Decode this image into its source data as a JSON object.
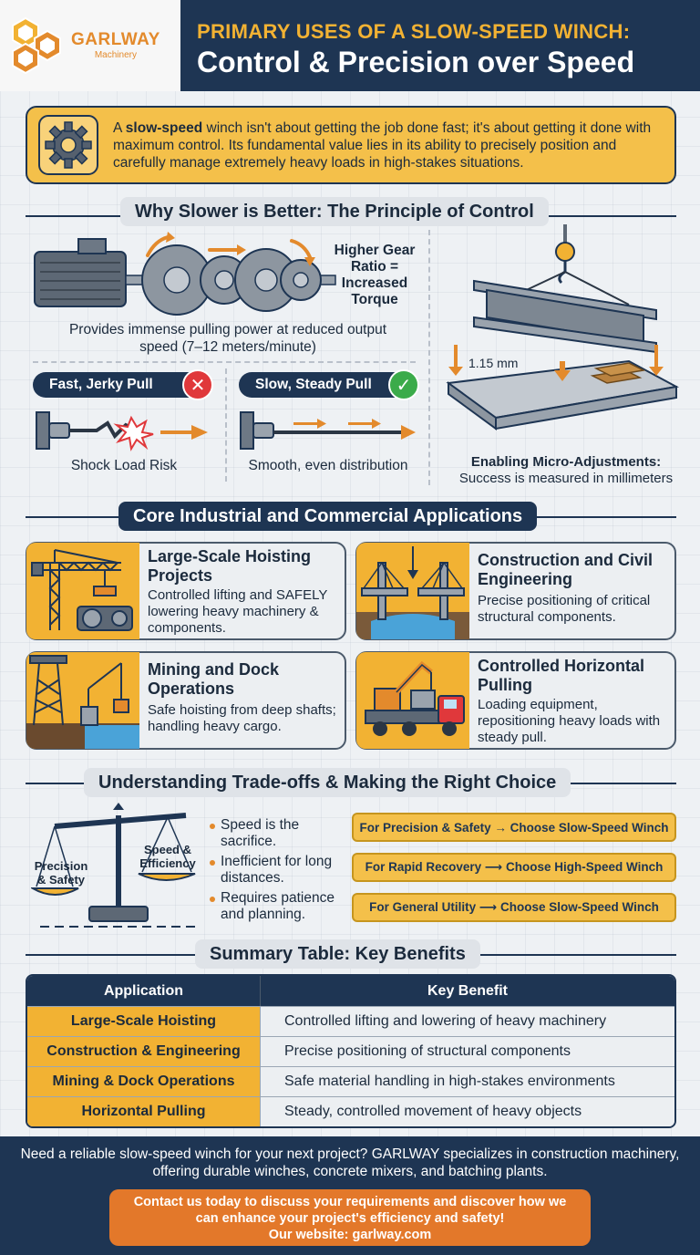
{
  "brand": {
    "name": "GARLWAY",
    "sub": "Machinery"
  },
  "header": {
    "title_line1": "PRIMARY USES OF A SLOW-SPEED WINCH:",
    "title_line2": "Control & Precision over Speed"
  },
  "intro": {
    "bold_lead": "slow-speed",
    "pre": "A ",
    "rest": " winch isn't about getting the job done fast; it's about getting it done with maximum control. Its fundamental value lies in its ability to precisely position and carefully manage extremely heavy loads in high-stakes situations."
  },
  "principle": {
    "heading": "Why Slower is Better: The Principle of Control",
    "gear_label": "Higher Gear Ratio = Increased Torque",
    "caption": "Provides immense pulling power at reduced output speed (7–12 meters/minute)",
    "fast_label": "Fast, Jerky Pull",
    "fast_caption": "Shock Load Risk",
    "slow_label": "Slow, Steady Pull",
    "slow_caption": "Smooth, even distribution",
    "mm_label": "1.15 mm",
    "beam_title": "Enabling Micro-Adjustments:",
    "beam_sub": "Success is measured in millimeters"
  },
  "applications": {
    "heading": "Core Industrial and Commercial Applications",
    "cards": [
      {
        "title": "Large-Scale Hoisting Projects",
        "desc": "Controlled lifting and SAFELY lowering heavy machinery & components."
      },
      {
        "title": "Construction and Civil Engineering",
        "desc": "Precise positioning of critical structural components."
      },
      {
        "title": "Mining and Dock Operations",
        "desc": "Safe hoisting from deep shafts; handling heavy cargo."
      },
      {
        "title": "Controlled Horizontal Pulling",
        "desc": "Loading equipment, repositioning heavy loads with steady pull."
      }
    ]
  },
  "tradeoffs": {
    "heading": "Understanding Trade-offs & Making the Right Choice",
    "scale_left": "Precision & Safety",
    "scale_right": "Speed & Efficiency",
    "bullets": [
      "Speed is the sacrifice.",
      "Inefficient for long distances.",
      "Requires patience and planning."
    ],
    "choices": [
      "For Precision & Safety → Choose Slow-Speed Winch",
      "For Rapid Recovery ⟶ Choose High-Speed Winch",
      "For General Utility ⟶ Choose Slow-Speed Winch"
    ]
  },
  "summary": {
    "heading": "Summary Table: Key Benefits",
    "columns": [
      "Application",
      "Key Benefit"
    ],
    "rows": [
      [
        "Large-Scale Hoisting",
        "Controlled lifting and lowering of heavy machinery"
      ],
      [
        "Construction & Engineering",
        "Precise positioning of structural components"
      ],
      [
        "Mining & Dock Operations",
        "Safe material handling in high-stakes environments"
      ],
      [
        "Horizontal Pulling",
        "Steady, controlled movement of heavy objects"
      ]
    ]
  },
  "footer": {
    "text": "Need a reliable slow-speed winch for your next project? GARLWAY specializes in construction machinery, offering durable winches, concrete mixers, and batching plants.",
    "cta_line1": "Contact us today to discuss your requirements and discover how we",
    "cta_line2": "can enhance your project's efficiency and safety!",
    "cta_line3": "Our website: garlway.com"
  },
  "colors": {
    "navy": "#1e3553",
    "gold": "#f2b233",
    "orange": "#e3782a",
    "red": "#e0383b",
    "green": "#3bab4a"
  }
}
